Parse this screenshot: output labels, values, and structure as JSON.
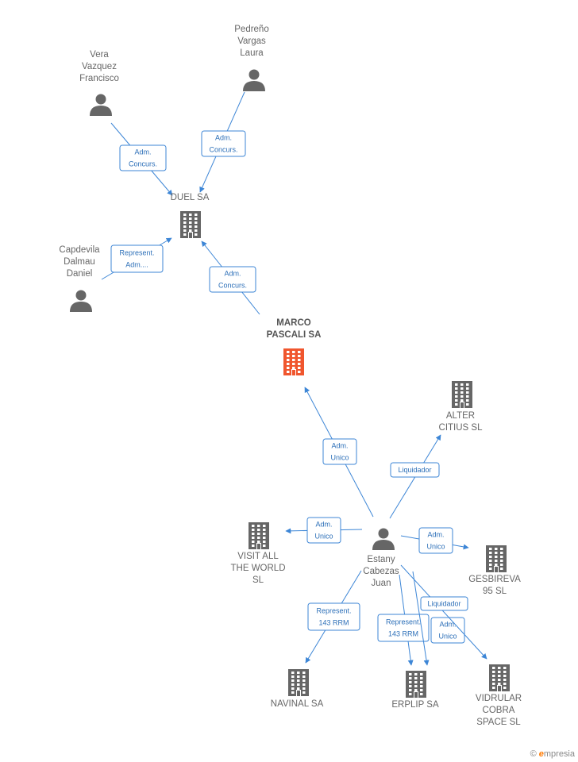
{
  "colors": {
    "edge": "#3d86d6",
    "node_gray": "#666666",
    "node_main": "#f0562e"
  },
  "nodes": [
    {
      "id": "vera",
      "type": "person",
      "lines": [
        "Vera",
        "Vazquez",
        "Francisco"
      ]
    },
    {
      "id": "pedreno",
      "type": "person",
      "lines": [
        "Pedreño",
        "Vargas",
        "Laura"
      ]
    },
    {
      "id": "duel",
      "type": "company",
      "lines": [
        "DUEL SA"
      ]
    },
    {
      "id": "capdevila",
      "type": "person",
      "lines": [
        "Capdevila",
        "Dalmau",
        "Daniel"
      ]
    },
    {
      "id": "marco",
      "type": "company",
      "main": true,
      "lines": [
        "MARCO",
        "PASCALI SA"
      ]
    },
    {
      "id": "alter",
      "type": "company",
      "lines": [
        "ALTER",
        "CITIUS  SL"
      ]
    },
    {
      "id": "visit",
      "type": "company",
      "lines": [
        "VISIT ALL",
        "THE WORLD",
        "SL"
      ]
    },
    {
      "id": "estany",
      "type": "person",
      "lines": [
        "Estany",
        "Cabezas",
        "Juan"
      ]
    },
    {
      "id": "gesbireva",
      "type": "company",
      "lines": [
        "GESBIREVA",
        "95 SL"
      ]
    },
    {
      "id": "navinal",
      "type": "company",
      "lines": [
        "NAVINAL SA"
      ]
    },
    {
      "id": "erplip",
      "type": "company",
      "lines": [
        "ERPLIP SA"
      ]
    },
    {
      "id": "vidrular",
      "type": "company",
      "lines": [
        "VIDRULAR",
        "COBRA",
        "SPACE SL"
      ]
    }
  ],
  "edges": [
    {
      "from": "vera",
      "to": "duel",
      "lines": [
        "Adm.",
        "Concurs."
      ]
    },
    {
      "from": "pedreno",
      "to": "duel",
      "lines": [
        "Adm.",
        "Concurs."
      ]
    },
    {
      "from": "capdevila",
      "to": "duel",
      "lines": [
        "Represent.",
        "Adm...."
      ]
    },
    {
      "from": "marco",
      "to": "duel",
      "lines": [
        "Adm.",
        "Concurs."
      ]
    },
    {
      "from": "estany",
      "to": "marco",
      "lines": [
        "Adm.",
        "Unico"
      ]
    },
    {
      "from": "estany",
      "to": "alter",
      "lines": [
        "Liquidador"
      ]
    },
    {
      "from": "estany",
      "to": "visit",
      "lines": [
        "Adm.",
        "Unico"
      ]
    },
    {
      "from": "estany",
      "to": "gesbireva",
      "lines": [
        "Adm.",
        "Unico"
      ]
    },
    {
      "from": "estany",
      "to": "navinal",
      "lines": [
        "Represent.",
        "143 RRM"
      ]
    },
    {
      "from": "estany",
      "to": "erplip",
      "lines": [
        "Represent.",
        "143 RRM"
      ]
    },
    {
      "from": "estany",
      "to": "erplip",
      "lines": [
        "Adm.",
        "Unico"
      ]
    },
    {
      "from": "estany",
      "to": "vidrular",
      "lines": [
        "Liquidador"
      ]
    }
  ],
  "brand": {
    "copyright": "©",
    "name": "mpresia",
    "initial": "e"
  }
}
